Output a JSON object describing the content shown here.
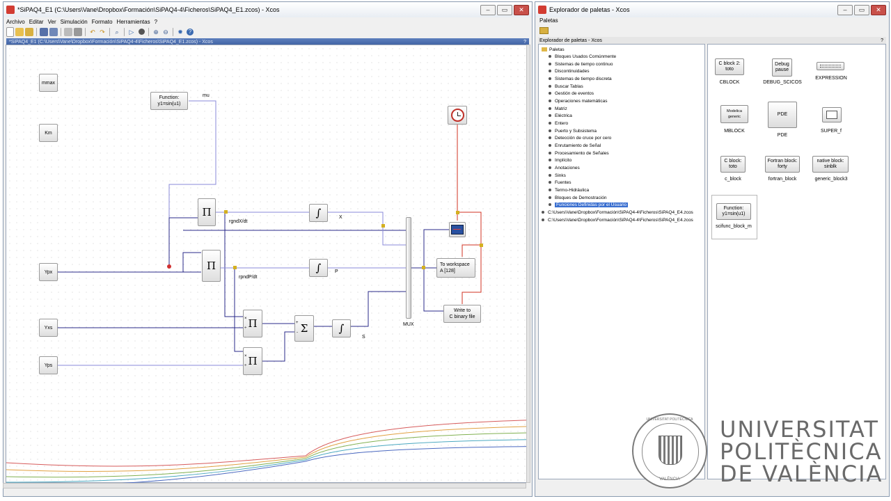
{
  "xcos_window": {
    "title": "*SiPAQ4_E1 (C:\\Users\\Vane\\Dropbox\\Formación\\SiPAQ4-4\\Ficheros\\SiPAQ4_E1.zcos) - Xcos",
    "menu": [
      "Archivo",
      "Editar",
      "Ver",
      "Simulación",
      "Formato",
      "Herramientas",
      "?"
    ],
    "tab_title": "*SiPAQ4_E1 (C:\\Users\\Vane\\Dropbox\\Formación\\SiPAQ4-4\\Ficheros\\SiPAQ4_E1.zcos) - Xcos",
    "tab_help": "?",
    "toolbar_icons": [
      "new-icon",
      "open-icon",
      "open-folder-icon",
      "save-icon",
      "save-as-icon",
      "print-icon",
      "export-icon",
      "undo-icon",
      "redo-icon",
      "zoom-fit-icon",
      "start-icon",
      "stop-icon",
      "zoom-in-icon",
      "zoom-out-icon",
      "palette-icon",
      "help-icon"
    ]
  },
  "window_buttons": {
    "minimize": "–",
    "restore": "▭",
    "close": "✕"
  },
  "diagram": {
    "blocks": {
      "mmax": "mmax",
      "km": "Km",
      "ypx": "Ypx",
      "yxs": "Yxs",
      "yps": "Yps",
      "function_line1": "Function:",
      "function_line2": "y1=sin(u1)",
      "product": "Π",
      "integral": "∫",
      "sum": "Σ",
      "to_workspace_line1": "To workspace",
      "to_workspace_line2": "A [128]",
      "write_c_line1": "Write to",
      "write_c_line2": "C binary file",
      "clock": "clock-icon",
      "scope": "scope-icon"
    },
    "labels": {
      "mu": "mu",
      "rgndXdt": "rgndX/dt",
      "rpndPdt": "rpndP/dt",
      "x": "X",
      "p": "P",
      "s": "S",
      "mux": "MUX",
      "sign_times": "×",
      "sign_div": "÷",
      "sign_plus": "+",
      "sign_minus": "-"
    },
    "colors": {
      "data_link": "#2a2a8a",
      "mu_link": "#8a8ad8",
      "event_link": "#d03020",
      "split": "#d4b020"
    }
  },
  "palette_window": {
    "title": "Explorador de paletas - Xcos",
    "menu_label": "Paletas",
    "header": "Explorador de paletas - Xcos",
    "header_help": "?",
    "root": "Paletas",
    "categories": [
      "Bloques Usados Comúnmente",
      "Sistemas de tiempo continuo",
      "Discontinuidades",
      "Sistemas de tiempo discreta",
      "Buscar Tablas",
      "Gestión de eventos",
      "Operaciones matemáticas",
      "Matriz",
      "Eléctrica",
      "Entero",
      "Puerto y Subsistema",
      "Detección de cruce por cero",
      "Enrutamiento de Señal",
      "Procesamiento de Señales",
      "Implícito",
      "Anotaciones",
      "Sinks",
      "Fuentes",
      "Termo-Hidráulica",
      "Bloques de Demostración",
      "Funciones Definidas por el Usuario"
    ],
    "selected_category": "Funciones Definidas por el Usuario",
    "files": [
      "C:\\Users\\Vane\\Dropbox\\Formación\\SiPAQ4-4\\Ficheros\\SiPAQ4_E4.zcos",
      "C:\\Users\\Vane\\Dropbox\\Formación\\SiPAQ4-4\\Ficheros\\SiPAQ4_E4.zcos"
    ],
    "blocks": [
      {
        "face": "C block 2:\ntoto",
        "name": "CBLOCK"
      },
      {
        "face": "Debug\npause",
        "name": "DEBUG_SCICOS"
      },
      {
        "face": "",
        "name": "EXPRESSION"
      },
      {
        "face": "Modelica\ngeneric",
        "name": "MBLOCK"
      },
      {
        "face": "PDE",
        "name": "PDE"
      },
      {
        "face": "",
        "name": "SUPER_f"
      },
      {
        "face": "C block:\ntoto",
        "name": "c_block"
      },
      {
        "face": "Fortran block:\nforty",
        "name": "fortran_block"
      },
      {
        "face": "native block:\nsinblk",
        "name": "generic_block3"
      },
      {
        "face": "Function:\ny1=sin(u1)",
        "name": "scifunc_block_m"
      }
    ]
  },
  "logo": {
    "line1": "UNIVERSITAT",
    "line2": "POLITÈCNICA",
    "line3": "DE VALÈNCIA",
    "seal_top": "UNIVERSITAT POLITÈCNICA",
    "seal_bottom": "VALÈNCIA"
  }
}
